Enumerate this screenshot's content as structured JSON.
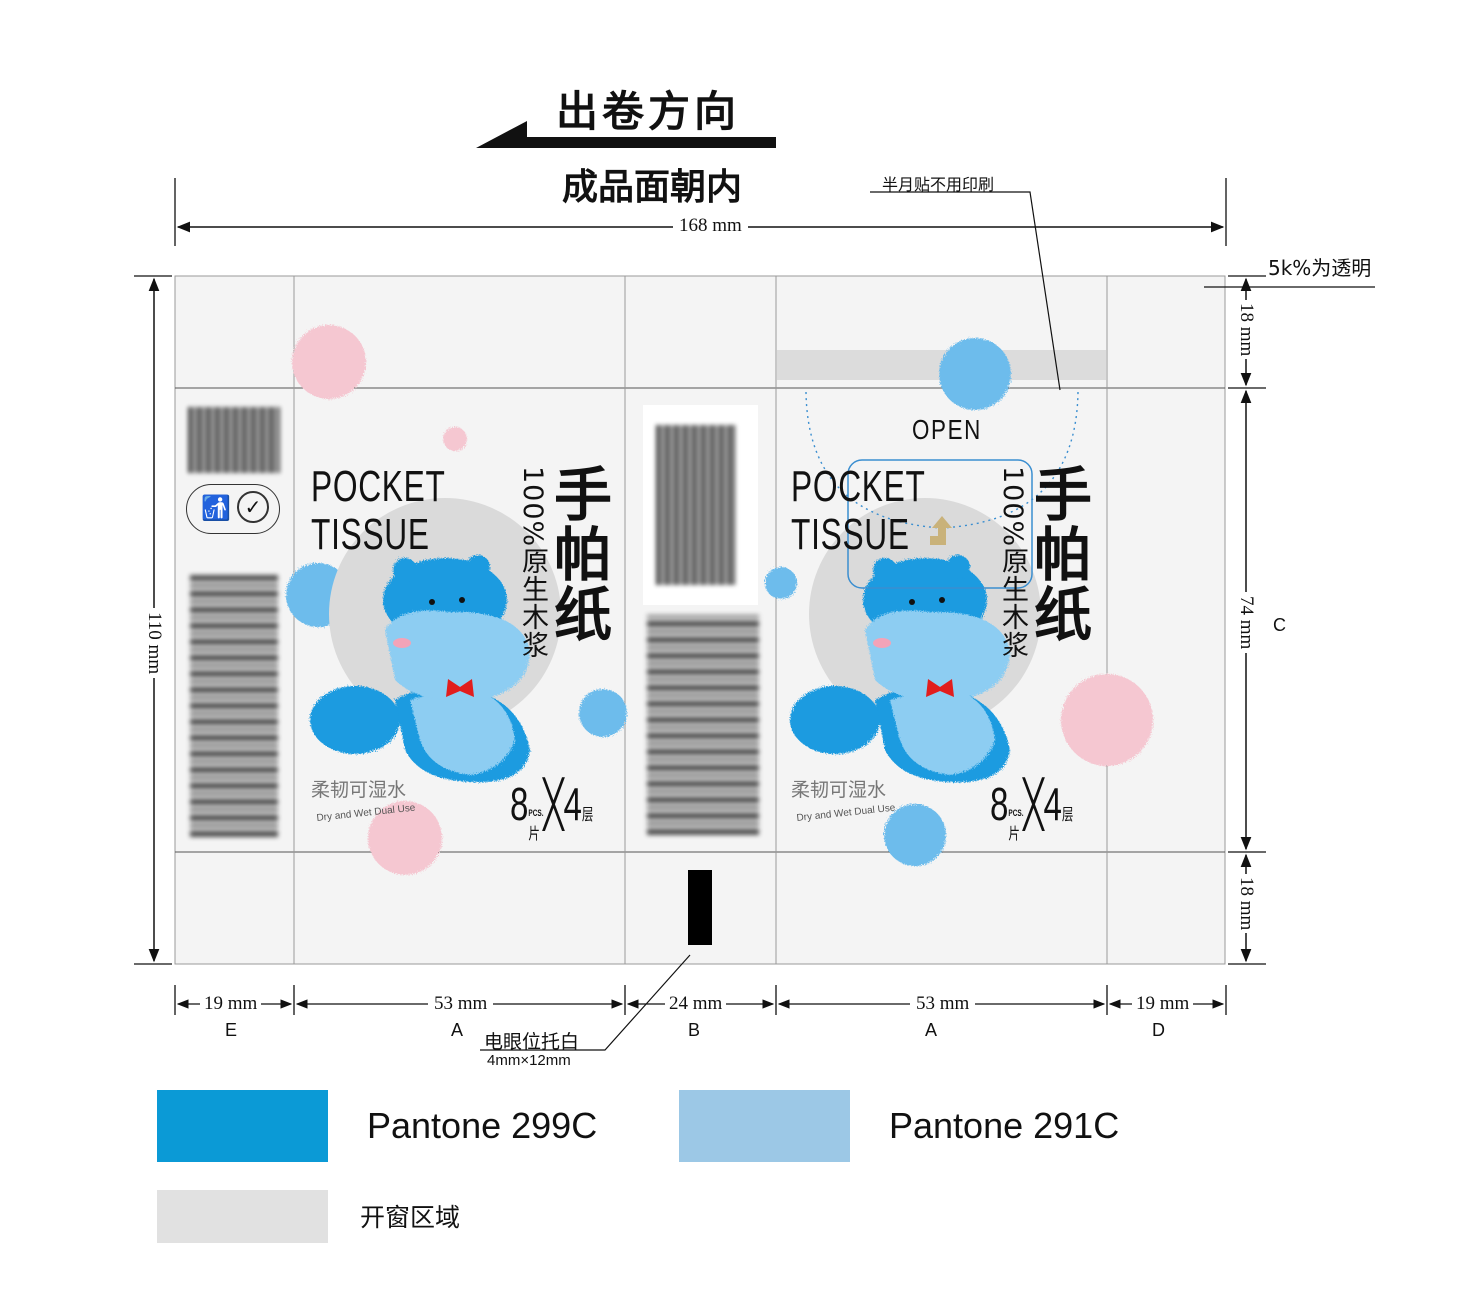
{
  "header": {
    "unwind_direction": "出卷方向",
    "face_note": "成品面朝内",
    "half_moon_note": "半月贴不用印刷",
    "transparent_note": "5k%为透明"
  },
  "dimensions": {
    "total_width": "168 mm",
    "total_height": "110 mm",
    "top_flap": "18 mm",
    "middle_height": "74 mm",
    "bottom_flap": "18 mm",
    "panels": [
      {
        "width": "19 mm",
        "letter": "E"
      },
      {
        "width": "53 mm",
        "letter": "A"
      },
      {
        "width": "24 mm",
        "letter": "B"
      },
      {
        "width": "53 mm",
        "letter": "A"
      },
      {
        "width": "19 mm",
        "letter": "D"
      }
    ],
    "side_letter": "C"
  },
  "eye_mark": {
    "label": "电眼位托白",
    "size": "4mm×12mm"
  },
  "package": {
    "brand_line1": "POCKET",
    "brand_line2": "TISSUE",
    "big_title": "手帕纸",
    "subtitle": "100%原生木浆",
    "tagline_cn": "柔韧可湿水",
    "tagline_en": "Dry and Wet Dual Use",
    "count_num": "8",
    "count_pcs": "PCS.",
    "count_pian": "片",
    "times": "╳",
    "layers_num": "4",
    "layers_unit": "层",
    "open_label": "OPEN"
  },
  "legend": [
    {
      "label": "Pantone 299C",
      "color": "#0b9ad6"
    },
    {
      "label": "Pantone 291C",
      "color": "#9cc8e6"
    },
    {
      "label": "开窗区域",
      "color": "#e1e1e1"
    }
  ],
  "colors": {
    "panel_bg": "#f4f4f4",
    "blob_blue": "#59b6ea",
    "blob_pink": "#f4c6d0",
    "hippo_dark": "#1b9be0",
    "hippo_light": "#8dcdf2",
    "bowtie": "#e21d1d"
  }
}
